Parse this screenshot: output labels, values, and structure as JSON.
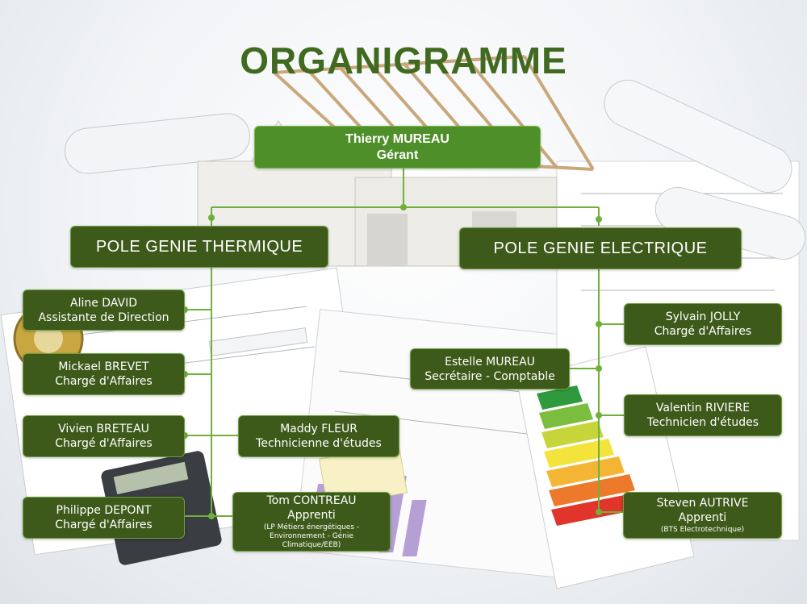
{
  "title": "ORGANIGRAMME",
  "manager": {
    "name": "Thierry MUREAU",
    "role": "Gérant"
  },
  "poles": {
    "thermique": {
      "label": "POLE GENIE THERMIQUE"
    },
    "electrique": {
      "label": "POLE GENIE ELECTRIQUE"
    }
  },
  "thermique_staff": [
    {
      "name": "Aline DAVID",
      "role": "Assistante de Direction"
    },
    {
      "name": "Mickael BREVET",
      "role": "Chargé d'Affaires"
    },
    {
      "name": "Vivien BRETEAU",
      "role": "Chargé d'Affaires"
    },
    {
      "name": "Philippe DEPONT",
      "role": "Chargé d'Affaires"
    },
    {
      "name": "Maddy FLEUR",
      "role": "Technicienne d'études"
    },
    {
      "name": "Tom CONTREAU",
      "role": "Apprenti",
      "note": "(LP Métiers énergétiques - Environnement - Génie Climatique/EEB)"
    }
  ],
  "electrique_staff": [
    {
      "name": "Sylvain JOLLY",
      "role": "Chargé d'Affaires"
    },
    {
      "name": "Estelle MUREAU",
      "role": "Secrétaire - Comptable"
    },
    {
      "name": "Valentin RIVIERE",
      "role": "Technicien d'études"
    },
    {
      "name": "Steven AUTRIVE",
      "role": "Apprenti",
      "note": "(BTS Electrotechnique)"
    }
  ],
  "colors": {
    "title": "#3f6a1f",
    "top_box": "#4f8f2a",
    "box": "#3e5a1a",
    "connector": "#6fb03a"
  }
}
